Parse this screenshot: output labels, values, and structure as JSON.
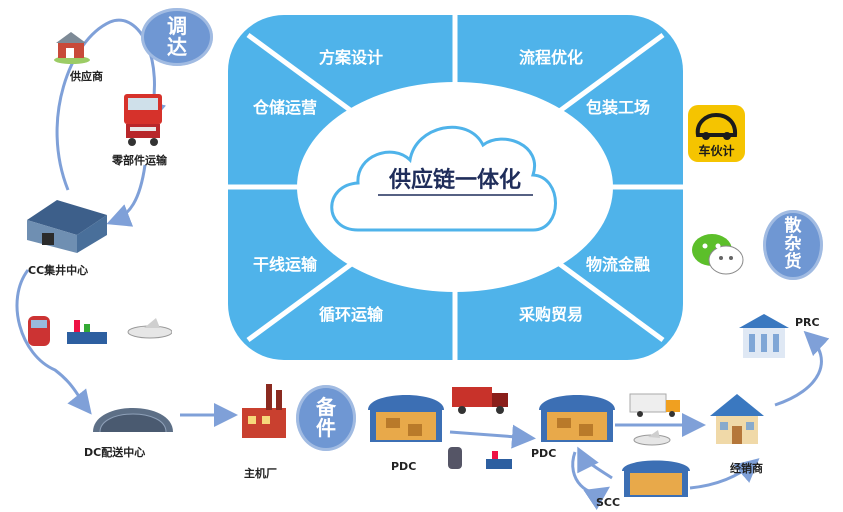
{
  "hub": {
    "center": "供应链一体化",
    "segments": [
      "方案设计",
      "流程优化",
      "包装工场",
      "物流金融",
      "采购贸易",
      "循环运输",
      "干线运输",
      "仓储运营"
    ]
  },
  "badges": {
    "tiaoda": "调\n达",
    "beijian": "备\n件",
    "sanzahuo": "散\n杂\n货"
  },
  "labels": {
    "supplier": "供应商",
    "parts_transport": "零部件运输",
    "cc_center": "CC集井中心",
    "dc_center": "DC配送中心",
    "oem": "主机厂",
    "pdc1": "PDC",
    "pdc2": "PDC",
    "scc": "SCC",
    "dealer": "经销商",
    "prc": "PRC"
  },
  "app_icon": {
    "text": "车伙计",
    "bg": "#f5c400"
  },
  "colors": {
    "primary": "#4fb3ea",
    "badge": "#6f97d3",
    "arrow": "#7fa0d8"
  }
}
